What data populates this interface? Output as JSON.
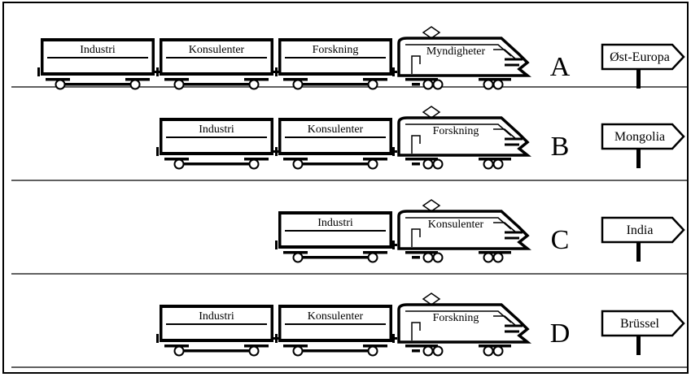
{
  "rows": [
    {
      "letter": "A",
      "destination": "Øst-Europa",
      "wagons": [
        "Industri",
        "Konsulenter",
        "Forskning"
      ],
      "locomotive": "Myndigheter"
    },
    {
      "letter": "B",
      "destination": "Mongolia",
      "wagons": [
        "Industri",
        "Konsulenter"
      ],
      "locomotive": "Forskning"
    },
    {
      "letter": "C",
      "destination": "India",
      "wagons": [
        "Industri"
      ],
      "locomotive": "Konsulenter"
    },
    {
      "letter": "D",
      "destination": "Brüssel",
      "wagons": [
        "Industri",
        "Konsulenter"
      ],
      "locomotive": "Forskning"
    }
  ]
}
